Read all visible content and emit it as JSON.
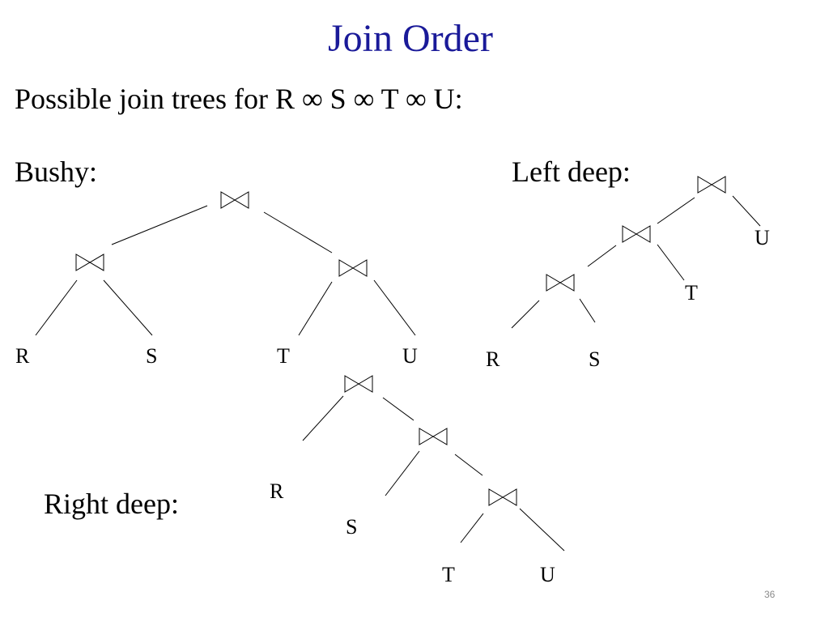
{
  "slide": {
    "title": "Join Order",
    "subtitle": "Possible join trees for R ∞ S ∞ T ∞ U:",
    "number": "36",
    "colors": {
      "title": "#1a1a99",
      "text": "#000000",
      "slide_number": "#8a8a8a"
    }
  },
  "bushy": {
    "label": "Bushy:",
    "leaves": [
      "R",
      "S",
      "T",
      "U"
    ],
    "join_icon": "bowtie-join-icon"
  },
  "left_deep": {
    "label": "Left deep:",
    "leaves": [
      "R",
      "S",
      "T",
      "U"
    ],
    "join_icon": "bowtie-join-icon"
  },
  "right_deep": {
    "label": "Right deep:",
    "leaves": [
      "R",
      "S",
      "T",
      "U"
    ],
    "join_icon": "bowtie-join-icon"
  }
}
